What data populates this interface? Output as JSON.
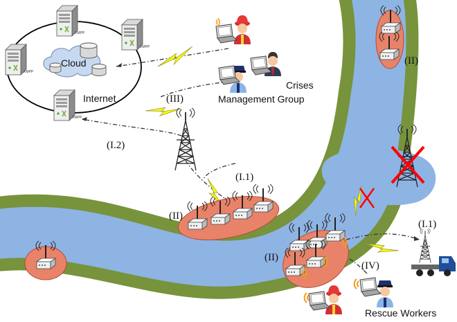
{
  "labels": {
    "cloud": "Cloud",
    "internet": "Internet",
    "crisis_line1": "Crises",
    "crisis_line2": "Management Group",
    "rescue": "Rescue Workers",
    "server_tag": "XMPP",
    "link_iii": "(III)",
    "link_i2": "(I.2)",
    "link_i1_center": "(I.1)",
    "link_i1_right": "(I.1)",
    "link_iv": "(IV)",
    "group_ii_center": "(II)",
    "group_ii_top": "(II)",
    "group_ii_bottom": "(II)"
  },
  "colors": {
    "river": "#8eb4e3",
    "riverbank": "#77933c",
    "mesh_fill": "#e8836a",
    "mesh_stroke": "#b24a33",
    "bolt": "#ffff00",
    "cross": "#ff0000",
    "truck": "#1f4e9a"
  },
  "icons": [
    "server-icon",
    "cloud-icon",
    "router-icon",
    "cell-tower-icon",
    "laptop-icon",
    "firefighter-icon",
    "police-icon",
    "manager-icon",
    "lightning-bolt-icon",
    "truck-icon",
    "red-cross-icon"
  ]
}
